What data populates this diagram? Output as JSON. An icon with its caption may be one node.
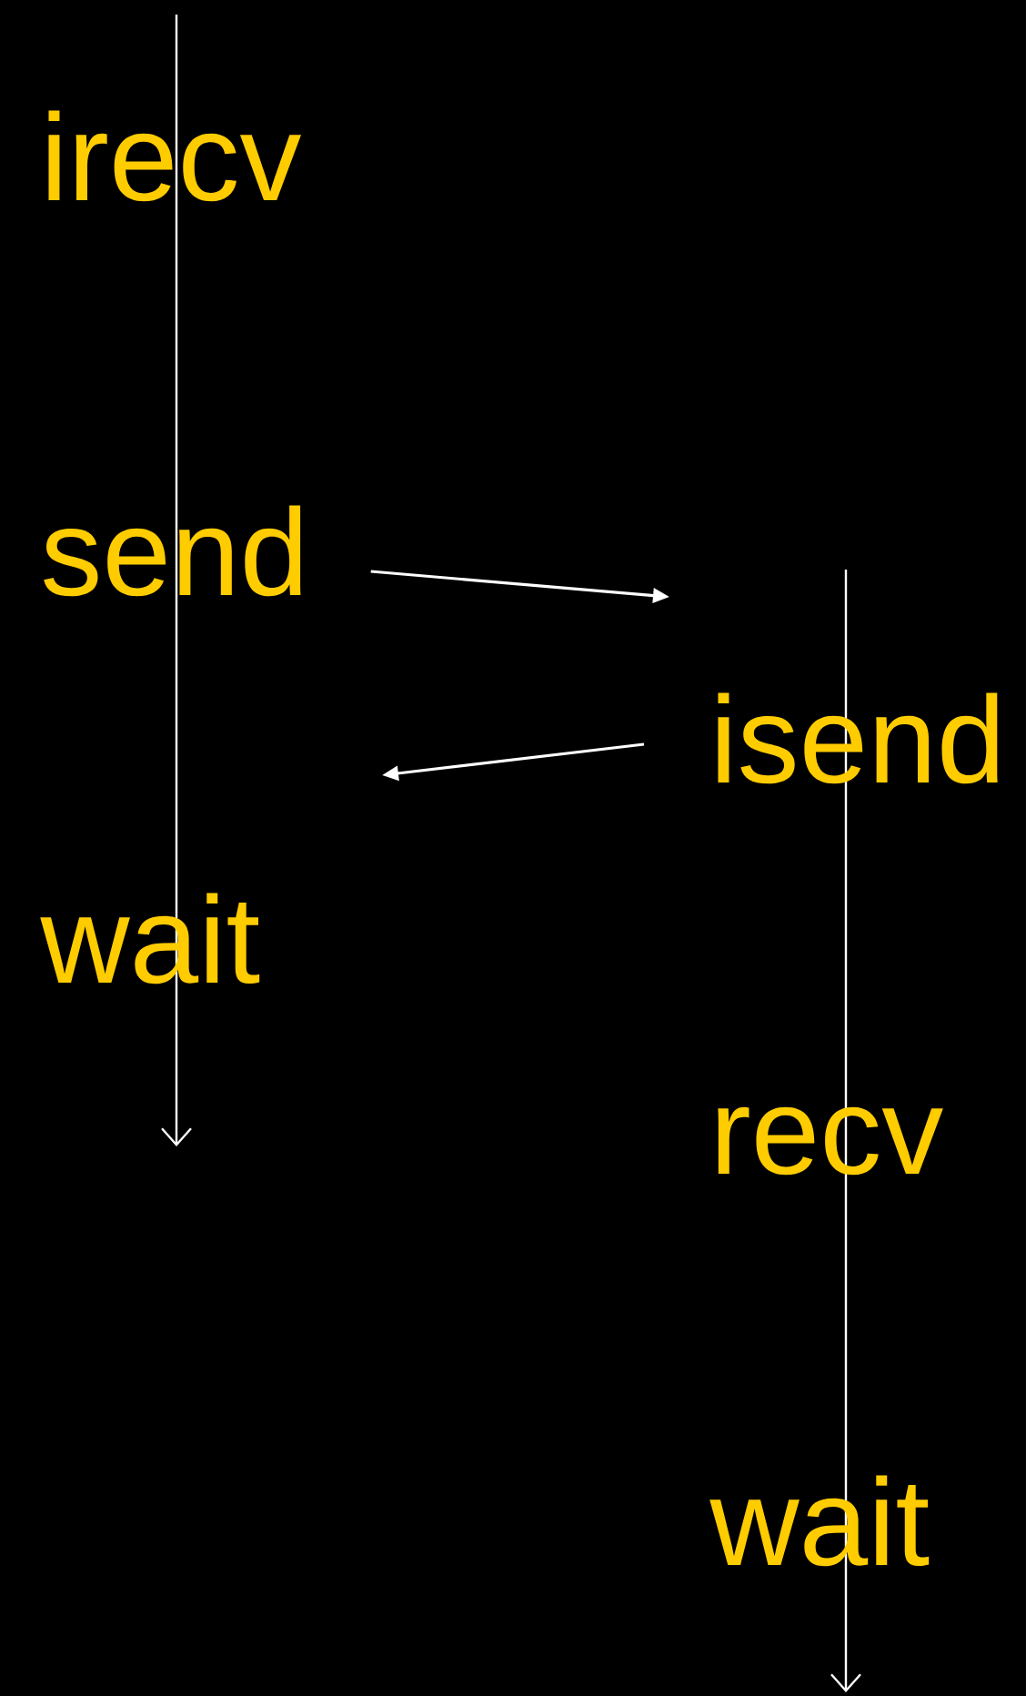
{
  "diagram": {
    "nodes": [
      {
        "text": [
          "irecv"
        ]
      },
      {
        "text": [
          "send"
        ]
      },
      {
        "text": [
          "wait"
        ]
      },
      {
        "text": [
          "isend"
        ]
      },
      {
        "text": [
          "recv"
        ]
      },
      {
        "text": [
          "wait"
        ]
      }
    ],
    "edges": [
      {
        "from": 1,
        "to": null,
        "arrow": "to"
      },
      {
        "from": 3,
        "to": null,
        "arrow": "to"
      }
    ]
  }
}
